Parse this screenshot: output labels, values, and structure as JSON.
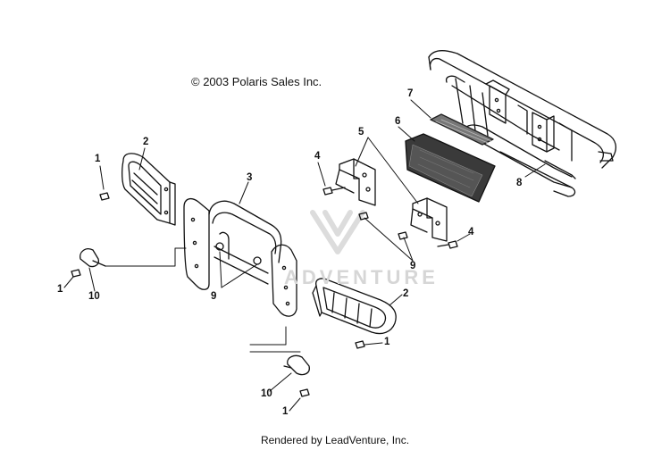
{
  "copyright": "© 2003 Polaris Sales Inc.",
  "footer": "Rendered by LeadVenture, Inc.",
  "watermark": "ADVENTURE",
  "callouts": [
    {
      "id": "c1a",
      "label": "1"
    },
    {
      "id": "c1b",
      "label": "1"
    },
    {
      "id": "c1c",
      "label": "1"
    },
    {
      "id": "c1d",
      "label": "1"
    },
    {
      "id": "c2a",
      "label": "2"
    },
    {
      "id": "c2b",
      "label": "2"
    },
    {
      "id": "c3",
      "label": "3"
    },
    {
      "id": "c4a",
      "label": "4"
    },
    {
      "id": "c4b",
      "label": "4"
    },
    {
      "id": "c5",
      "label": "5"
    },
    {
      "id": "c6",
      "label": "6"
    },
    {
      "id": "c7",
      "label": "7"
    },
    {
      "id": "c8",
      "label": "8"
    },
    {
      "id": "c9a",
      "label": "9"
    },
    {
      "id": "c9b",
      "label": "9"
    },
    {
      "id": "c10a",
      "label": "10"
    },
    {
      "id": "c10b",
      "label": "10"
    }
  ],
  "colors": {
    "line": "#111111",
    "watermark": "#d6d6d6",
    "grille": "#555555"
  }
}
